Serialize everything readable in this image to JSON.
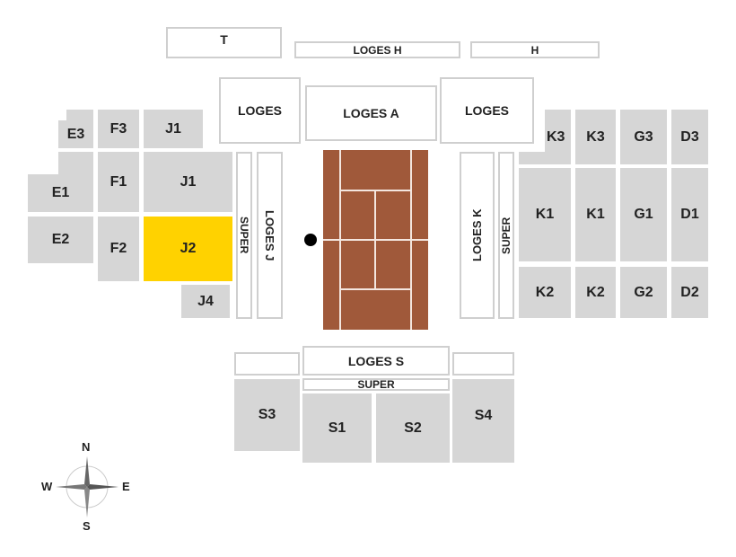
{
  "colors": {
    "grey": "#d6d6d6",
    "highlight": "#ffd200",
    "court": "#a0593a",
    "outline": "#cfcfcf"
  },
  "top": {
    "t": "T",
    "loges_h": "LOGES H",
    "h": "H"
  },
  "upper": {
    "loges_left": "LOGES",
    "loges_a": "LOGES A",
    "loges_right": "LOGES"
  },
  "west": {
    "e3": "E3",
    "f3": "F3",
    "j1_top": "J1",
    "e1": "E1",
    "f1": "F1",
    "j1": "J1",
    "e2": "E2",
    "f2": "F2",
    "j2": "J2",
    "j4": "J4",
    "super": "SUPER",
    "loges_j": "LOGES J"
  },
  "east": {
    "loges_k": "LOGES K",
    "super": "SUPER",
    "k3a": "K3",
    "k3b": "K3",
    "g3": "G3",
    "d3": "D3",
    "k1a": "K1",
    "k1b": "K1",
    "g1": "G1",
    "d1": "D1",
    "k2a": "K2",
    "k2b": "K2",
    "g2": "G2",
    "d2": "D2"
  },
  "south": {
    "loges_s": "LOGES S",
    "super": "SUPER",
    "s3": "S3",
    "s1": "S1",
    "s2": "S2",
    "s4": "S4"
  },
  "selected_section": "J2",
  "compass": {
    "n": "N",
    "s": "S",
    "e": "E",
    "w": "W"
  }
}
